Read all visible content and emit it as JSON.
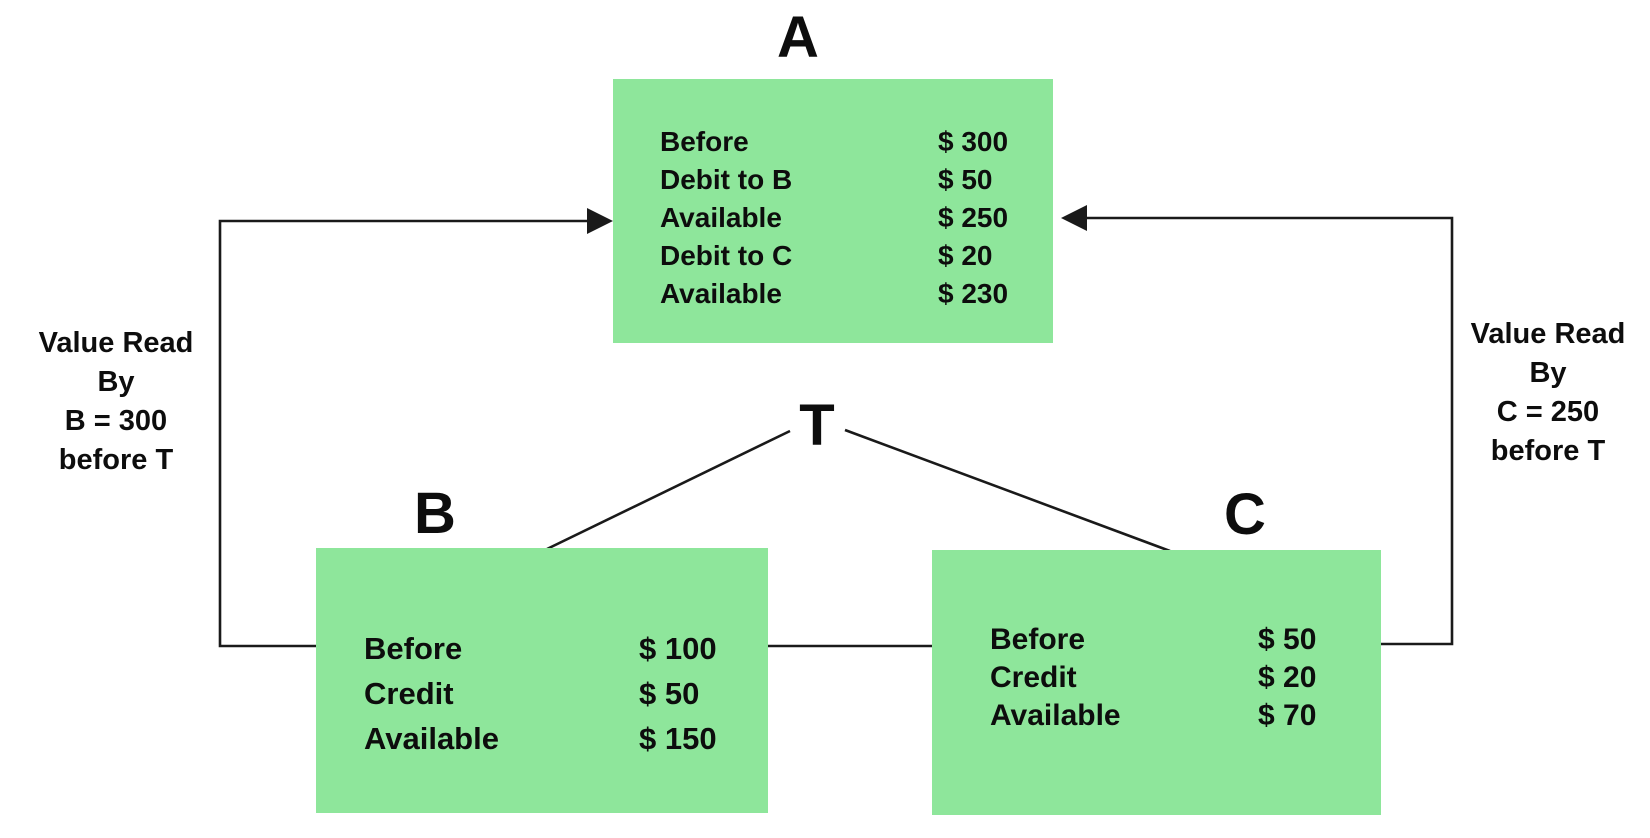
{
  "colors": {
    "box_fill": "#8ee69b",
    "line": "#1a1a1a",
    "text": "#0d0d0d",
    "background": "#ffffff"
  },
  "nodes": {
    "a": {
      "label": "A",
      "rows": [
        {
          "label": "Before",
          "value": "$ 300"
        },
        {
          "label": "Debit to B",
          "value": "$ 50"
        },
        {
          "label": "Available",
          "value": "$ 250"
        },
        {
          "label": "Debit to C",
          "value": "$ 20"
        },
        {
          "label": "Available",
          "value": "$ 230"
        }
      ]
    },
    "b": {
      "label": "B",
      "rows": [
        {
          "label": "Before",
          "value": "$ 100"
        },
        {
          "label": "Credit",
          "value": "$ 50"
        },
        {
          "label": "Available",
          "value": "$ 150"
        }
      ]
    },
    "c": {
      "label": "C",
      "rows": [
        {
          "label": "Before",
          "value": "$ 50"
        },
        {
          "label": "Credit",
          "value": "$ 20"
        },
        {
          "label": "Available",
          "value": "$ 70"
        }
      ]
    },
    "t": {
      "label": "T"
    }
  },
  "annotations": {
    "left": {
      "lines": [
        "Value Read",
        "By",
        "B = 300",
        "before T"
      ]
    },
    "right": {
      "lines": [
        "Value Read",
        "By",
        "C = 250",
        "before T"
      ]
    }
  }
}
